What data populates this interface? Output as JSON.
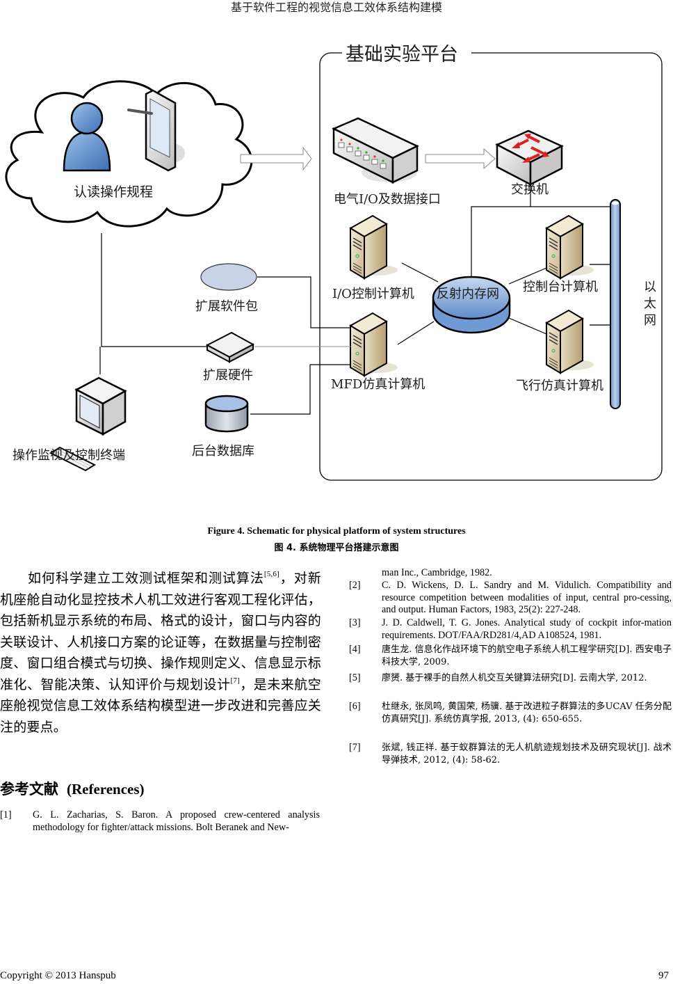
{
  "running_head": "基于软件工程的视觉信息工效体系结构建模",
  "diagram": {
    "platform_title": "基础实验平台",
    "cloud_label": "认读操作规程",
    "nodes": {
      "io_interface": "电气I/O及数据接口",
      "switch": "交换机",
      "io_computer": "I/O控制计算机",
      "reflective_memory": "反射内存网",
      "console_computer": "控制台计算机",
      "mfd_computer": "MFD仿真计算机",
      "flight_computer": "飞行仿真计算机",
      "ethernet": [
        "以",
        "太",
        "网"
      ],
      "ext_software": "扩展软件包",
      "ext_hardware": "扩展硬件",
      "database": "后台数据库",
      "terminal": "操作监视及控制终端"
    },
    "colors": {
      "server_body": "#d8c9a8",
      "disk_blue": "#8fb0dc",
      "person_blue": "#5a8ccc",
      "switch_arrow": "#e02020",
      "ethernet_bar": "#9cbbe0"
    }
  },
  "caption": {
    "en": "Figure 4. Schematic for physical platform of system structures",
    "zh": "图 4.  系统物理平台搭建示意图"
  },
  "body": {
    "part1": "如何科学建立工效测试框架和测试算法",
    "cite1": "[5,6]",
    "part2": "，对新机座舱自动化显控技术人机工效进行客观工程化评估，包括新机显示系统的布局、格式的设计，窗口与内容的关联设计、人机接口方案的论证等，在数据量与控制密度、窗口组合模式与切换、操作规则定义、信息显示标准化、智能决策、认知评价与规划设计",
    "cite2": "[7]",
    "part3": "，是未来航空座舱视觉信息工效体系结构模型进一步改进和完善应关注的要点。"
  },
  "references": {
    "heading_zh": "参考文献",
    "heading_en": "(References)",
    "items": [
      {
        "num": "[1]",
        "text": "G. L. Zacharias, S. Baron. A proposed crew-centered analysis methodology for fighter/attack missions. Bolt Beranek and New-"
      },
      {
        "num": "",
        "text": "man Inc., Cambridge, 1982."
      },
      {
        "num": "[2]",
        "text": "C. D. Wickens, D. L. Sandry and M. Vidulich. Compatibility and resource competition between modalities of input, central pro-cessing, and output. Human Factors, 1983, 25(2): 227-248."
      },
      {
        "num": "[3]",
        "text": "J. D. Caldwell, T. G. Jones. Analytical study of cockpit infor-mation requirements. DOT/FAA/RD281/4,AD A108524, 1981."
      },
      {
        "num": "[4]",
        "text": "唐生龙. 信息化作战环境下的航空电子系统人机工程学研究[D]. 西安电子科技大学, 2009."
      },
      {
        "num": "[5]",
        "text": "廖赟. 基于裸手的自然人机交互关键算法研究[D]. 云南大学, 2012."
      },
      {
        "num": "[6]",
        "text": "杜继永, 张凤鸣, 黄国荣, 杨骥. 基于改进粒子群算法的多UCAV 任务分配仿真研究[J]. 系统仿真学报, 2013, (4): 650-655."
      },
      {
        "num": "[7]",
        "text": "张斌, 钱正祥. 基于蚁群算法的无人机航迹规划技术及研究现状[J]. 战术导弹技术, 2012, (4): 58-62."
      }
    ]
  },
  "footer": {
    "copyright": "Copyright © 2013 Hanspub",
    "page_number": "97"
  }
}
